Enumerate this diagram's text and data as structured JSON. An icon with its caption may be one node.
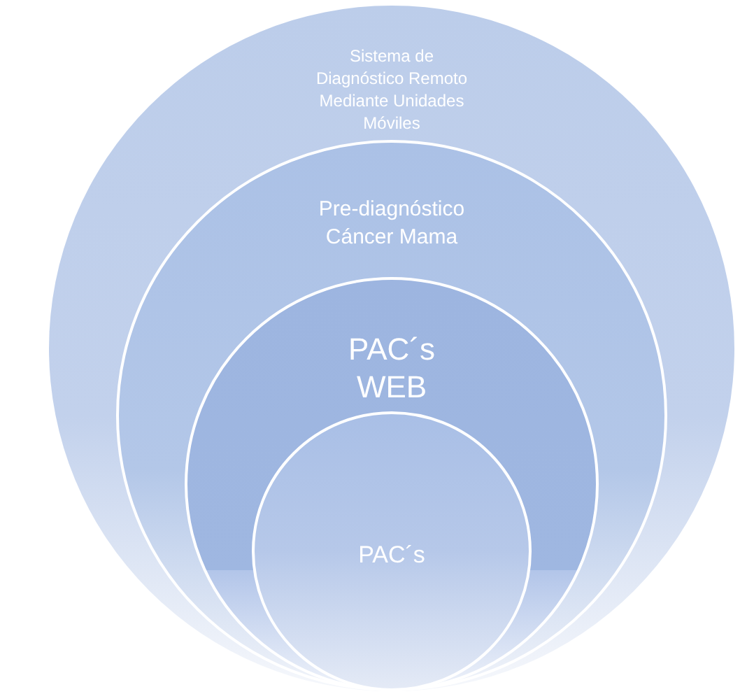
{
  "diagram": {
    "nodes": [
      {
        "text": [
          "Sistema de Diagnóstico Remoto Mediante Unidades Móviles"
        ]
      },
      {
        "text": [
          "Pre-diagnóstico Cáncer Mama"
        ],
        "in": 0
      },
      {
        "text": [
          "PAC´s WEB"
        ],
        "in": 1
      },
      {
        "text": [
          "PAC´s"
        ],
        "in": 2
      }
    ]
  }
}
